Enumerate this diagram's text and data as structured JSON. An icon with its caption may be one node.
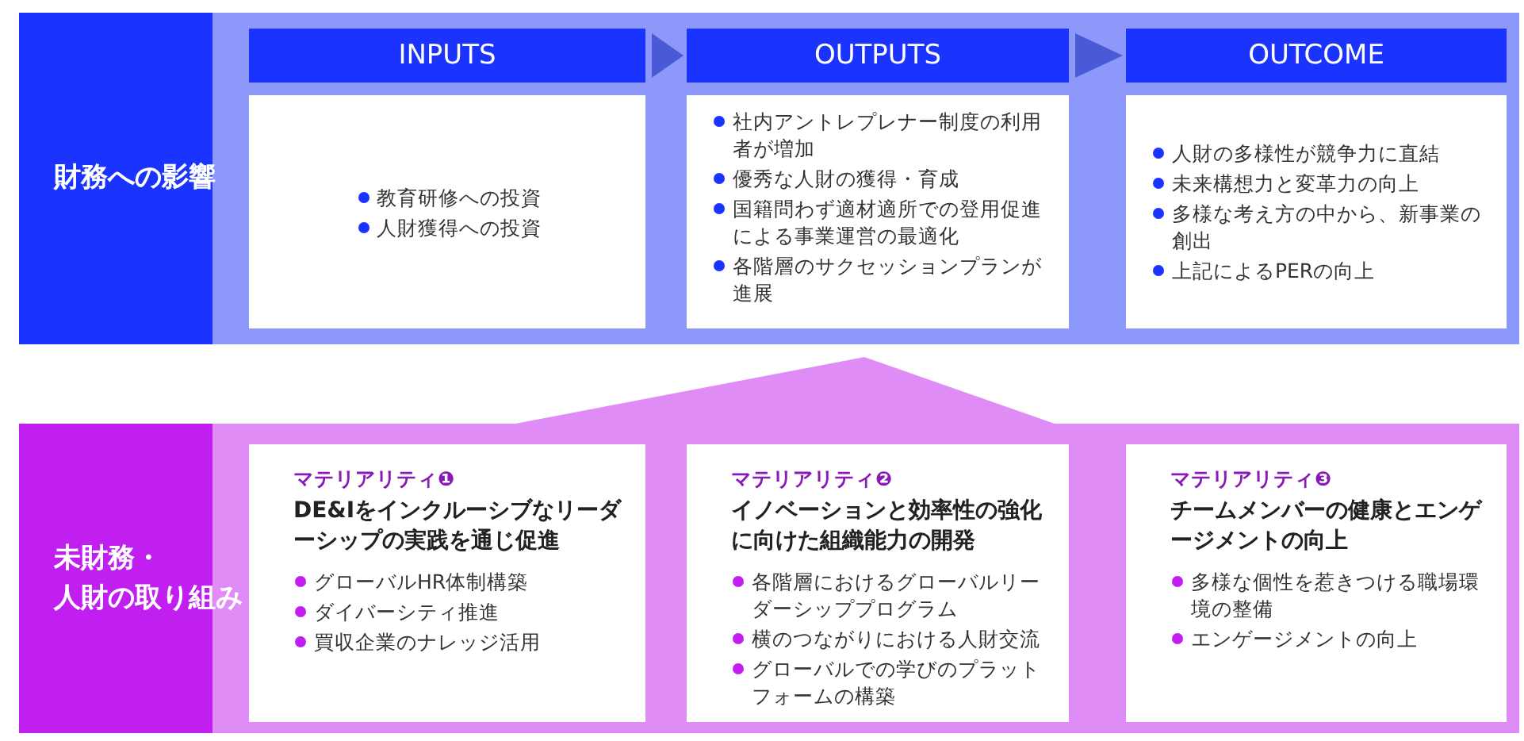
{
  "diagram": {
    "nodes": [
      {
        "text": [
          "財務への影響"
        ]
      },
      {
        "text": [
          "INPUTS",
          "教育研修への投資",
          "人財獲得への投資"
        ],
        "in": 0
      },
      {
        "text": [
          "OUTPUTS",
          "社内アントレプレナー制度の利用者が増加",
          "優秀な人財の獲得・育成",
          "国籍問わず適材適所での登用促進による事業運営の最適化",
          "各階層のサクセッションプランが進展"
        ],
        "in": 0
      },
      {
        "text": [
          "OUTCOME",
          "人財の多様性が競争力に直結",
          "未来構想力と変革力の向上",
          "多様な考え方の中から、新事業の創出",
          "上記によるPERの向上"
        ],
        "in": 0
      },
      {
        "text": [
          "未財務・人財の取り組み"
        ]
      },
      {
        "text": [
          "マテリアリティ❶",
          "DE&Iをインクルーシブなリーダーシップの実践を通じ促進",
          "グローバルHR体制構築",
          "ダイバーシティ推進",
          "買収企業のナレッジ活用"
        ],
        "in": 4
      },
      {
        "text": [
          "マテリアリティ❷",
          "イノベーションと効率性の強化に向けた組織能力の開発",
          "各階層におけるグローバルリーダーシッププログラム",
          "横のつながりにおける人財交流",
          "グローバルでの学びのプラットフォームの構築"
        ],
        "in": 4
      },
      {
        "text": [
          "マテリアリティ❸",
          "チームメンバーの健康とエンゲージメントの向上",
          "多様な個性を惹きつける職場環境の整備",
          "エンゲージメントの向上"
        ],
        "in": 4
      }
    ],
    "edges": [
      {
        "from": 1,
        "to": 2,
        "arrow": "to"
      },
      {
        "from": 2,
        "to": 3,
        "arrow": "to"
      },
      {
        "from": 4,
        "to": 0,
        "arrow": "to"
      }
    ]
  }
}
